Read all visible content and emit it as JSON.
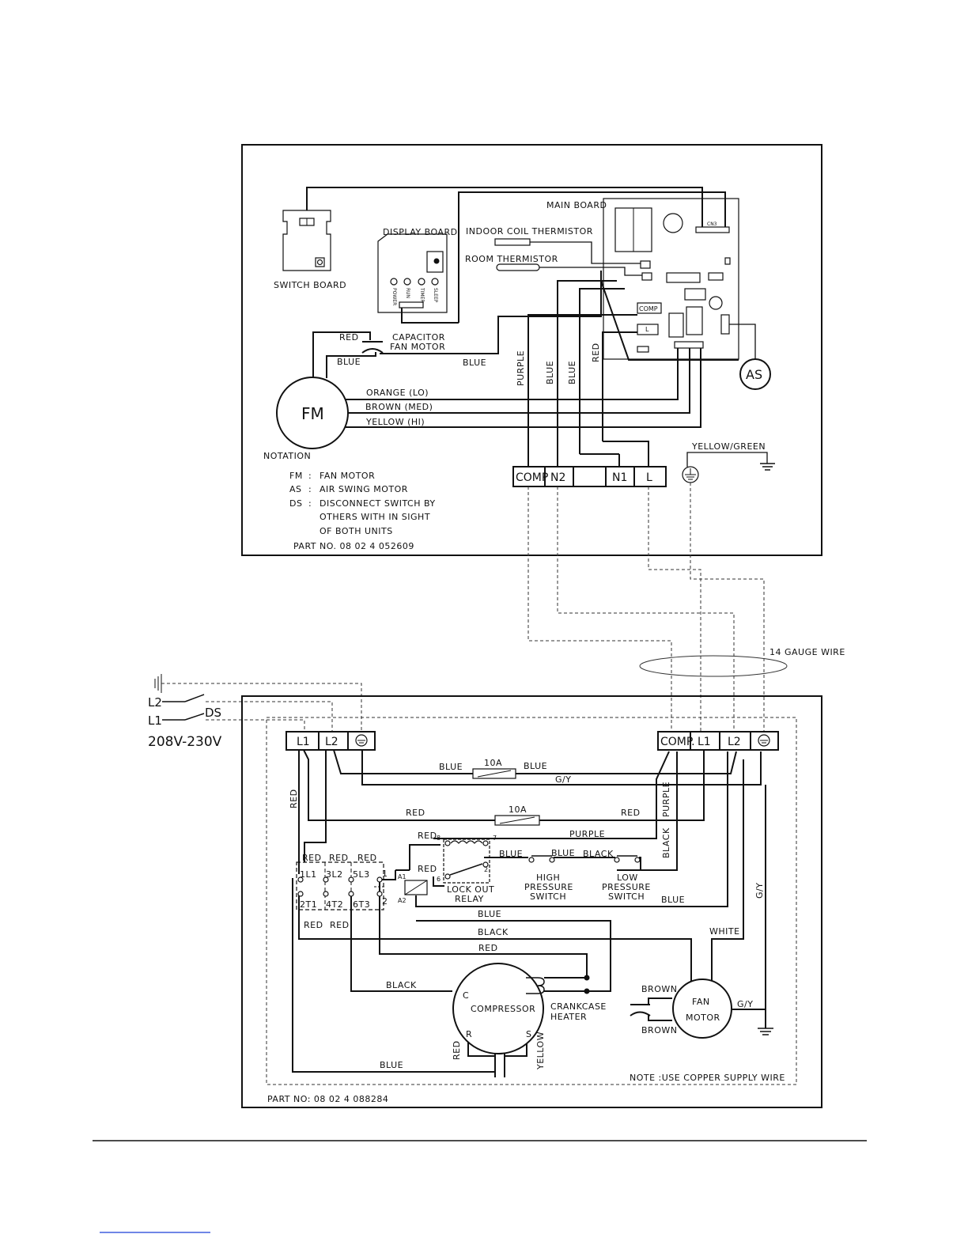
{
  "indoor": {
    "labels": {
      "main_board": "MAIN BOARD",
      "display_board": "DISPLAY BOARD",
      "indoor_coil_thermistor": "INDOOR COIL THERMISTOR",
      "room_thermistor": "ROOM THERMISTOR",
      "switch_board": "SWITCH BOARD",
      "capacitor": "CAPACITOR",
      "fan_motor_cap": "FAN MOTOR",
      "fm": "FM",
      "as": "AS",
      "orange": "ORANGE (LO)",
      "brown": "BROWN (MED)",
      "yellow": "YELLOW (HI)",
      "red": "RED",
      "blue_left": "BLUE",
      "blue_mid": "BLUE",
      "purple_v": "PURPLE",
      "blue_v1": "BLUE",
      "blue_v2": "BLUE",
      "red_v": "RED",
      "yellow_green": "YELLOW/GREEN",
      "cn3": "CN3",
      "comp_small": "COMP",
      "l_small": "L",
      "display_leds": [
        "POWER",
        "RUN",
        "TIMER",
        "SLEEP"
      ]
    },
    "terminals": [
      "COMP",
      "N2",
      "",
      "N1",
      "L"
    ],
    "notation": {
      "title": "NOTATION",
      "items": [
        {
          "code": "FM",
          "sep": ":",
          "text": "FAN MOTOR"
        },
        {
          "code": "AS",
          "sep": ":",
          "text": "AIR SWING MOTOR"
        },
        {
          "code": "DS",
          "sep": ":",
          "text": "DISCONNECT SWITCH BY"
        }
      ],
      "cont": [
        "OTHERS WITH IN SIGHT",
        "OF BOTH UNITS"
      ],
      "part_no": "PART NO. 08 02 4 052609"
    }
  },
  "link": {
    "gauge": "14 GAUGE WIRE",
    "supply_l2": "L2",
    "supply_l1": "L1",
    "ds": "DS",
    "voltage": "208V-230V"
  },
  "outdoor": {
    "terminals_left": [
      "L1",
      "L2"
    ],
    "terminals_right": [
      "COMP.",
      "L1",
      "L2"
    ],
    "fuse": "10A",
    "wires": {
      "blue1": "BLUE",
      "blue2": "BLUE",
      "gy": "G/Y",
      "red1": "RED",
      "red2": "RED",
      "red_v": "RED",
      "purple_v": "PURPLE",
      "black_v": "BLACK",
      "red_relay": "RED",
      "red_relay2": "RED",
      "purple": "PURPLE",
      "blue_a": "BLUE",
      "blue_b": "BLUE",
      "black_a": "BLACK",
      "blue_ret": "BLUE",
      "blue_low": "BLUE",
      "black_low": "BLACK",
      "red_low": "RED",
      "black_comp": "BLACK",
      "blue_bottom": "BLUE",
      "white": "WHITE",
      "brown1": "BROWN",
      "brown2": "BROWN",
      "gy_fan": "G/Y",
      "gy_v": "G/Y",
      "red_c": "RED",
      "yellow_s": "YELLOW",
      "con_red1": "RED",
      "con_red2": "RED",
      "con_red3": "RED",
      "con_red4": "RED",
      "con_red5": "RED"
    },
    "contactor": {
      "top": [
        "1L1",
        "3L2",
        "5L3"
      ],
      "bottom": [
        "2T1",
        "4T2",
        "6T3"
      ],
      "coil1": "1",
      "coil2": "2"
    },
    "relay": {
      "label1": "LOCK OUT",
      "label2": "RELAY",
      "a1": "A1",
      "a2": "A2",
      "pins": [
        "8",
        "7",
        "6",
        "2"
      ]
    },
    "high_switch": [
      "HIGH",
      "PRESSURE",
      "SWITCH"
    ],
    "low_switch": [
      "LOW",
      "PRESSURE",
      "SWITCH"
    ],
    "compressor": {
      "label": "COMPRESSOR",
      "c": "C",
      "r": "R",
      "s": "S"
    },
    "crankcase": [
      "CRANKCASE",
      "HEATER"
    ],
    "fan_motor": [
      "FAN",
      "MOTOR"
    ],
    "note": "NOTE :USE COPPER SUPPLY WIRE",
    "part_no": "PART NO: 08 02 4 088284"
  }
}
